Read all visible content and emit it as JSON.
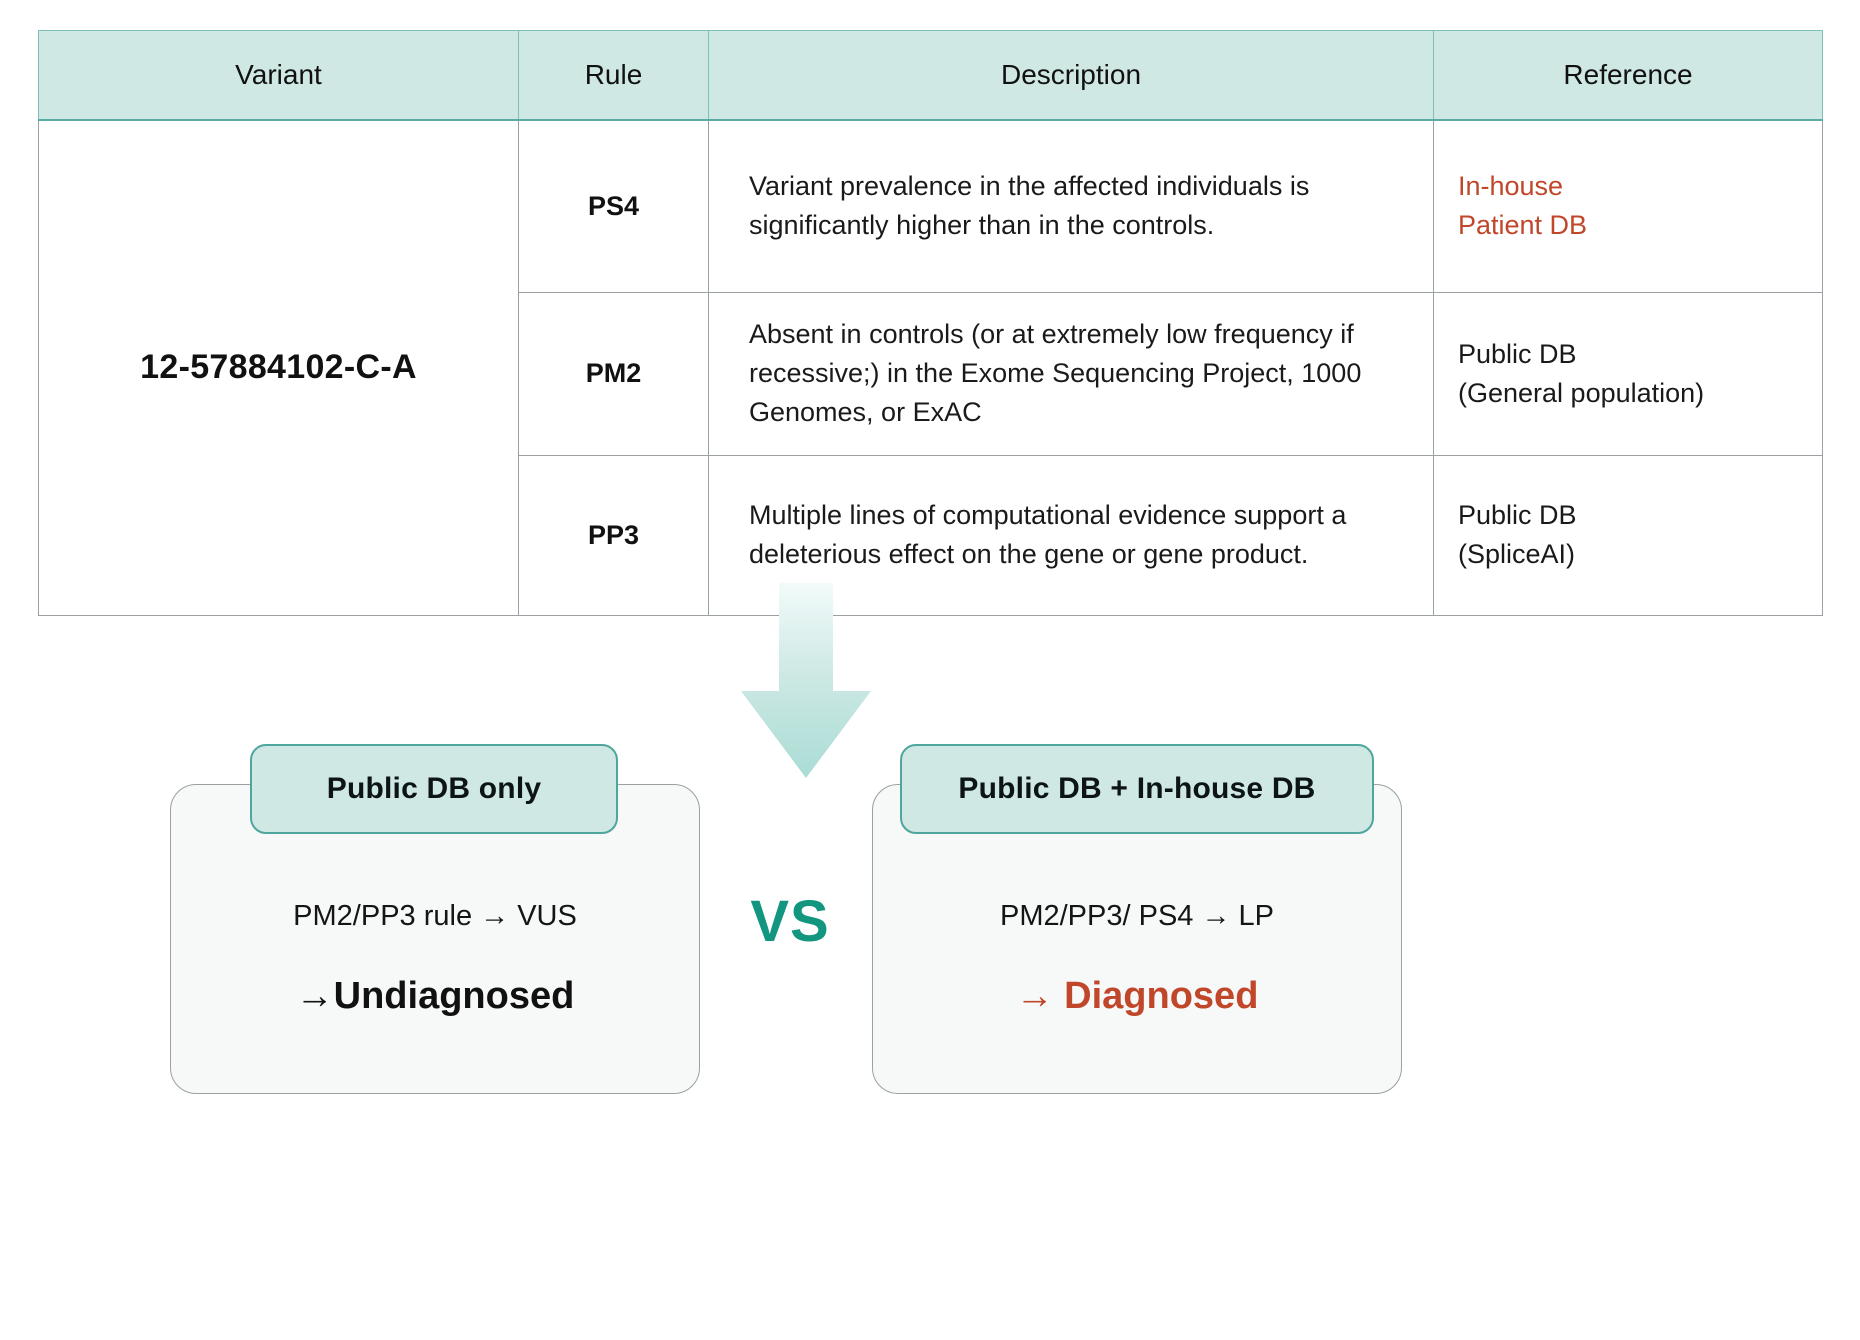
{
  "table": {
    "headers": [
      "Variant",
      "Rule",
      "Description",
      "Reference"
    ],
    "variant": "12-57884102-C-A",
    "rows": [
      {
        "rule": "PS4",
        "description": "Variant prevalence in the affected individuals is significantly higher than in the controls.",
        "reference": "In-house\nPatient DB",
        "reference_accent": true
      },
      {
        "rule": "PM2",
        "description": "Absent in controls (or at extremely low frequency if recessive;) in the Exome Sequencing Project, 1000 Genomes, or ExAC",
        "reference": "Public DB\n(General population)",
        "reference_accent": false
      },
      {
        "rule": "PP3",
        "description": "Multiple lines of computational evidence support a deleterious effect on the gene or gene product.",
        "reference": "Public DB\n(SpliceAI)",
        "reference_accent": false
      }
    ]
  },
  "flow": {
    "arrow_icon": "down-arrow-icon"
  },
  "comparison": {
    "vs_label": "VS",
    "left": {
      "badge": "Public DB only",
      "line1": "PM2/PP3 rule → VUS",
      "line2": "→Undiagnosed"
    },
    "right": {
      "badge": "Public DB + In-house DB",
      "line1": "PM2/PP3/ PS4 → LP",
      "line2": "→ Diagnosed"
    }
  },
  "colors": {
    "header_fill": "#cfe8e4",
    "header_border": "#58aca3",
    "accent_red": "#c0472a",
    "accent_teal": "#12967f",
    "card_fill": "#f7f8f8",
    "grid_line": "#9aa0a3"
  }
}
